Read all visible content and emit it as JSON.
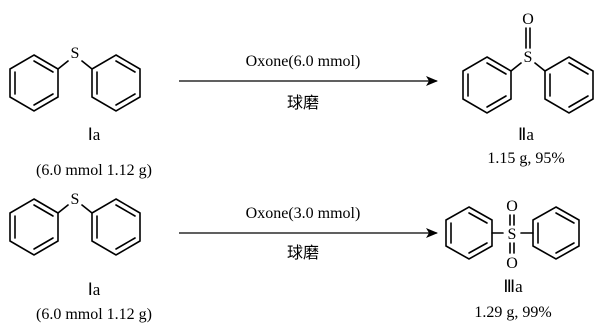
{
  "reactions": [
    {
      "reactant": {
        "heteroatom": "S",
        "label": "Ⅰa",
        "amount": "(6.0 mmol 1.12 g)"
      },
      "conditions": {
        "reagent": "Oxone(6.0 mmol)",
        "method": "球磨"
      },
      "product": {
        "heteroatom": "S",
        "oxygens": [
          "O"
        ],
        "label": "Ⅱa",
        "yield": "1.15 g, 95%"
      }
    },
    {
      "reactant": {
        "heteroatom": "S",
        "label": "Ⅰa",
        "amount": "(6.0 mmol 1.12 g)"
      },
      "conditions": {
        "reagent": "Oxone(3.0 mmol)",
        "method": "球磨"
      },
      "product": {
        "heteroatom": "S",
        "oxygens": [
          "O",
          "O"
        ],
        "label": "Ⅲa",
        "yield": "1.29 g, 99%"
      }
    }
  ]
}
